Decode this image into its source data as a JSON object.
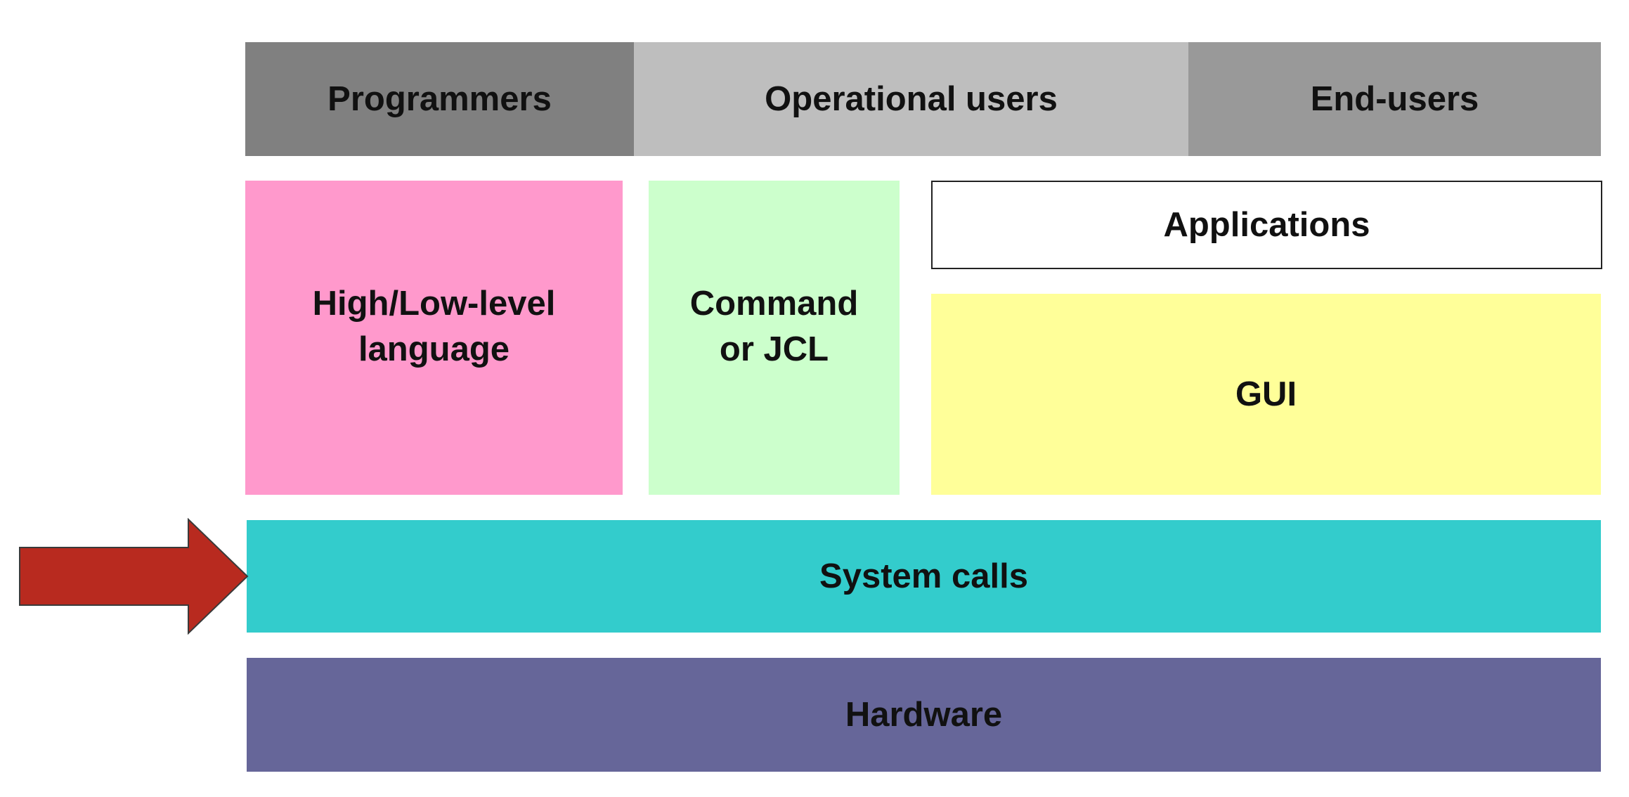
{
  "colors": {
    "programmers": "#808080",
    "operational_users": "#bebebe",
    "end_users": "#999999",
    "language": "#ff99cc",
    "command": "#ccffcc",
    "applications": "#ffffff",
    "gui": "#ffff99",
    "system_calls": "#33cccc",
    "hardware": "#666699",
    "arrow": "#b82a1f",
    "arrow_outline": "#3a3a3a"
  },
  "headers": {
    "programmers": "Programmers",
    "operational_users": "Operational users",
    "end_users": "End-users"
  },
  "blocks": {
    "language": "High/Low-level\nlanguage",
    "command": "Command\nor JCL",
    "applications": "Applications",
    "gui": "GUI",
    "system_calls": "System calls",
    "hardware": "Hardware"
  },
  "icons": {
    "pointer": "right-arrow-icon"
  }
}
